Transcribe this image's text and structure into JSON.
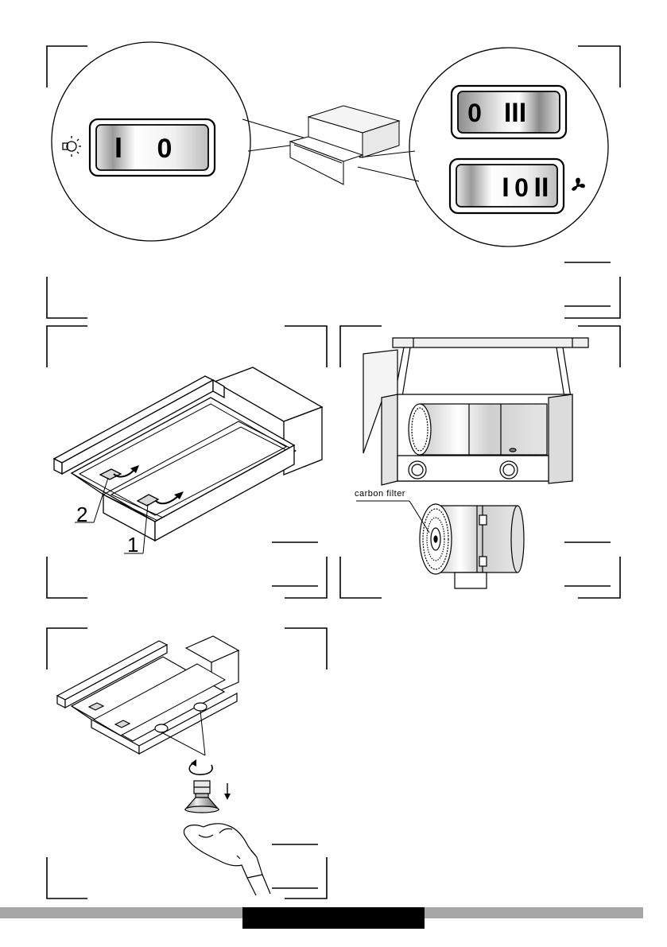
{
  "panels": {
    "controls": {
      "light_switch": {
        "left_symbol": "I",
        "right_symbol": "0"
      },
      "speed_switch_top": {
        "left_symbol": "0",
        "right_symbol": "III"
      },
      "speed_switch_bottom": {
        "left_symbol": "I",
        "middle_symbol": "0",
        "right_symbol": "II"
      },
      "icons": [
        "light-bulb-icon",
        "fan-icon"
      ]
    },
    "grease_filter": {
      "callout_1": "1",
      "callout_2": "2"
    },
    "carbon_filter": {
      "label": "carbon filter"
    },
    "lamp_replacement": {
      "icons": [
        "rotate-icon",
        "down-arrow-icon",
        "bulb-icon",
        "gloved-hand-icon"
      ]
    }
  },
  "footer": {
    "colors": {
      "band": "#a6a6a6",
      "block": "#000000"
    }
  }
}
